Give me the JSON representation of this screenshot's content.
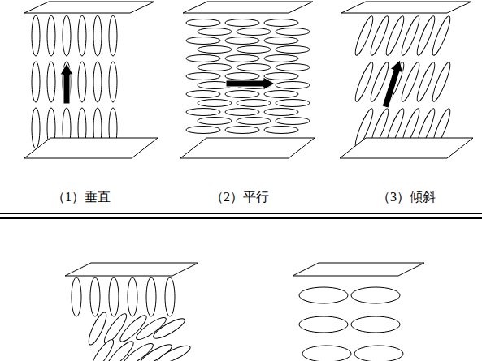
{
  "diagram": {
    "labels": [
      "（1）垂直",
      "（2）平行",
      "（3）傾斜"
    ]
  }
}
